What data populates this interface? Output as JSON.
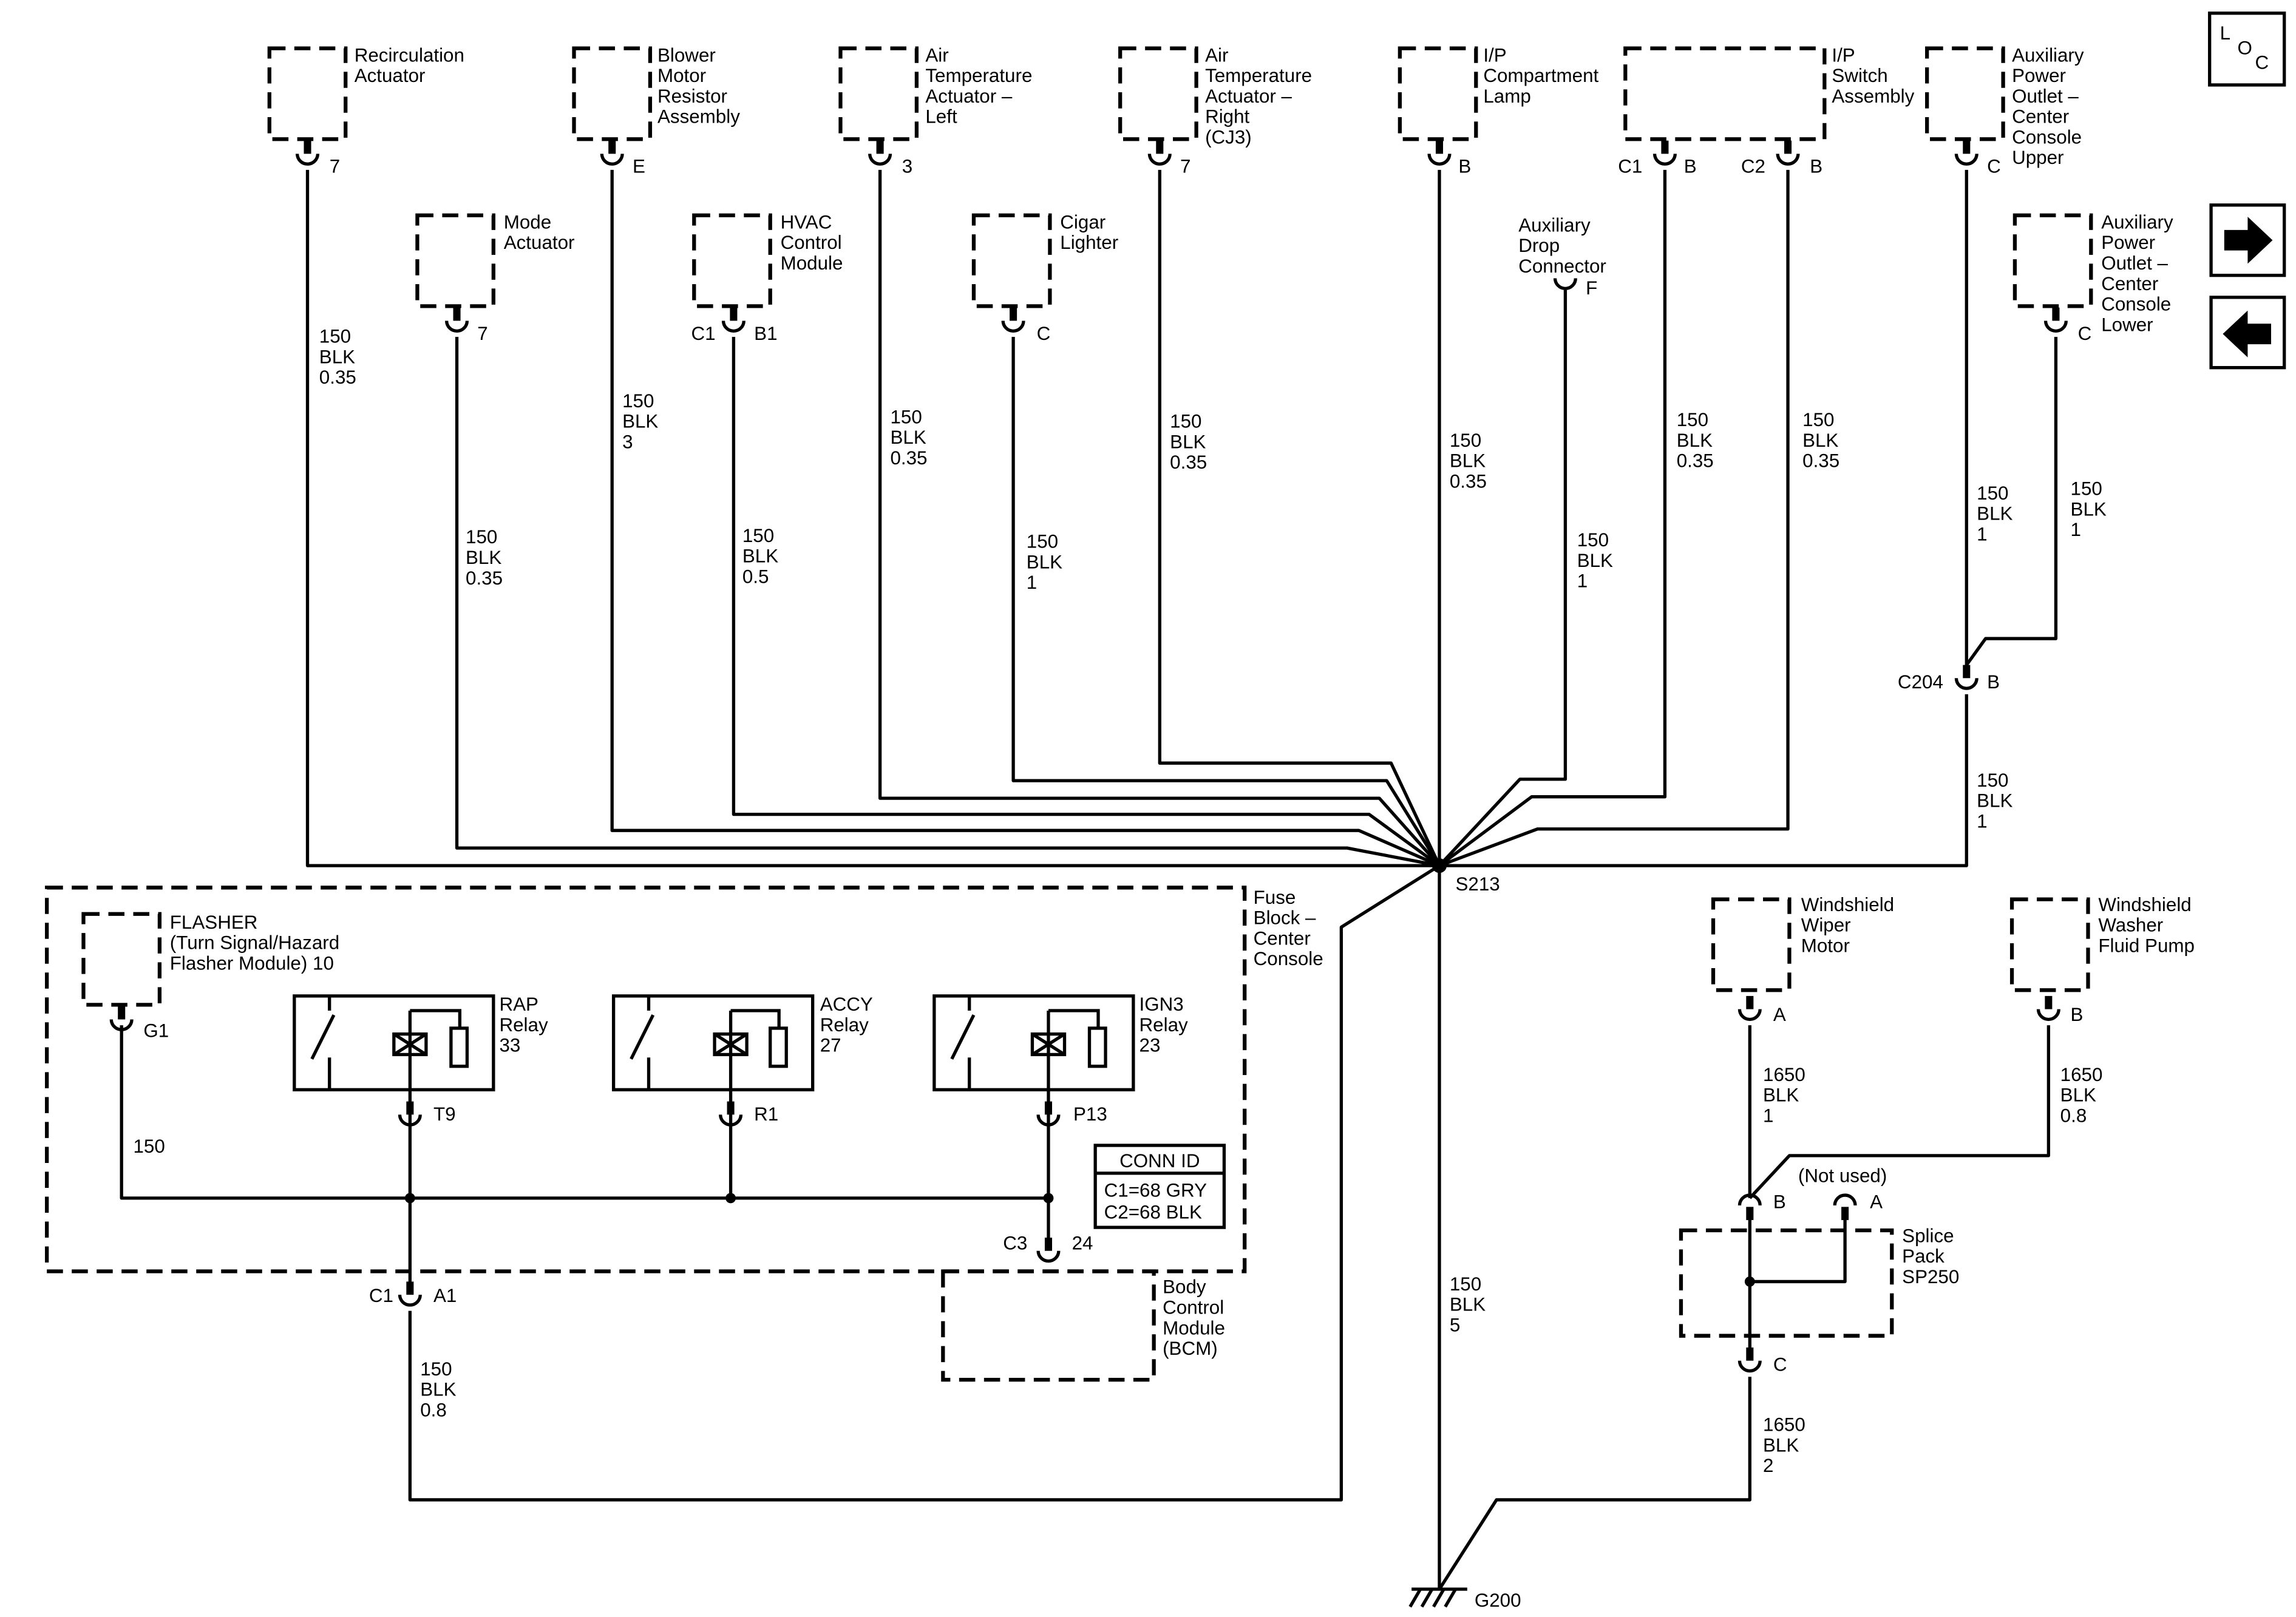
{
  "components": {
    "recirc": [
      "Recirculation",
      "Actuator"
    ],
    "blower": [
      "Blower",
      "Motor",
      "Resistor",
      "Assembly"
    ],
    "atl": [
      "Air",
      "Temperature",
      "Actuator –",
      "Left"
    ],
    "atr": [
      "Air",
      "Temperature",
      "Actuator –",
      "Right",
      "(CJ3)"
    ],
    "ipcomp": [
      "I/P",
      "Compartment",
      "Lamp"
    ],
    "ipsw": [
      "I/P",
      "Switch",
      "Assembly"
    ],
    "apo_upper": [
      "Auxiliary",
      "Power",
      "Outlet –",
      "Center",
      "Console",
      "Upper"
    ],
    "mode": [
      "Mode",
      "Actuator"
    ],
    "hvac": [
      "HVAC",
      "Control",
      "Module"
    ],
    "cigar": [
      "Cigar",
      "Lighter"
    ],
    "auxdrop": [
      "Auxiliary",
      "Drop",
      "Connector"
    ],
    "apo_lower": [
      "Auxiliary",
      "Power",
      "Outlet –",
      "Center",
      "Console",
      "Lower"
    ],
    "flasher": [
      "FLASHER",
      "(Turn Signal/Hazard",
      "Flasher Module) 10"
    ],
    "rap": [
      "RAP",
      "Relay",
      "33"
    ],
    "accy": [
      "ACCY",
      "Relay",
      "27"
    ],
    "ign3": [
      "IGN3",
      "Relay",
      "23"
    ],
    "fuse_block": [
      "Fuse",
      "Block –",
      "Center",
      "Console"
    ],
    "bcm": [
      "Body",
      "Control",
      "Module",
      "(BCM)"
    ],
    "wiper": [
      "Windshield",
      "Wiper",
      "Motor"
    ],
    "washer": [
      "Windshield",
      "Washer",
      "Fluid Pump"
    ],
    "splice_pack": [
      "Splice",
      "Pack",
      "SP250"
    ],
    "not_used": "(Not used)"
  },
  "pins": {
    "recirc": "7",
    "mode": "7",
    "blower": "E",
    "hvac_conn": "C1",
    "hvac_pin": "B1",
    "atl": "3",
    "cigar": "C",
    "atr": "7",
    "ipcomp": "B",
    "auxdrop": "F",
    "ipsw_c1": "C1",
    "ipsw_b1": "B",
    "ipsw_c2": "C2",
    "ipsw_b2": "B",
    "apo_upper": "C",
    "apo_lower": "C",
    "c204_conn": "C204",
    "c204_pin": "B",
    "flasher": "G1",
    "rap": "T9",
    "accy": "R1",
    "ign3": "P13",
    "fb_c3": "C3",
    "fb_24": "24",
    "fb_c1": "C1",
    "fb_a1": "A1",
    "wiper": "A",
    "washer": "B",
    "sp_b": "B",
    "sp_a": "A",
    "sp_c": "C"
  },
  "wires": {
    "recirc": [
      "150",
      "BLK",
      "0.35"
    ],
    "mode": [
      "150",
      "BLK",
      "0.35"
    ],
    "blower": [
      "150",
      "BLK",
      "3"
    ],
    "hvac": [
      "150",
      "BLK",
      "0.5"
    ],
    "atl": [
      "150",
      "BLK",
      "0.35"
    ],
    "cigar": [
      "150",
      "BLK",
      "1"
    ],
    "atr": [
      "150",
      "BLK",
      "0.35"
    ],
    "ipcomp": [
      "150",
      "BLK",
      "0.35"
    ],
    "auxdrop": [
      "150",
      "BLK",
      "1"
    ],
    "ipsw1": [
      "150",
      "BLK",
      "0.35"
    ],
    "ipsw2": [
      "150",
      "BLK",
      "0.35"
    ],
    "apo_upper": [
      "150",
      "BLK",
      "1"
    ],
    "apo_lower": [
      "150",
      "BLK",
      "1"
    ],
    "c204": [
      "150",
      "BLK",
      "1"
    ],
    "flasher": [
      "150"
    ],
    "fb_out": [
      "150",
      "BLK",
      "0.8"
    ],
    "ground": [
      "150",
      "BLK",
      "5"
    ],
    "wiper": [
      "1650",
      "BLK",
      "1"
    ],
    "washer": [
      "1650",
      "BLK",
      "0.8"
    ],
    "sp_out": [
      "1650",
      "BLK",
      "2"
    ]
  },
  "splice": "S213",
  "ground": "G200",
  "conn_id": {
    "title": "CONN ID",
    "c1": "C1=68 GRY",
    "c2": "C2=68 BLK"
  },
  "nav": {
    "loc": [
      "L",
      "O",
      "C"
    ],
    "next_icon": "arrow-right-icon",
    "prev_icon": "arrow-left-icon"
  }
}
